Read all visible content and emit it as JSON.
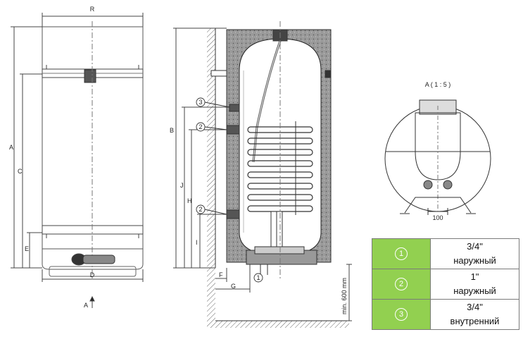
{
  "dimensions": {
    "R": "R",
    "A": "A",
    "C": "C",
    "E": "E",
    "D": "D",
    "B": "B",
    "J": "J",
    "H": "H",
    "I": "I",
    "F": "F",
    "G": "G",
    "min600": "min. 600 mm"
  },
  "view_arrow": "A",
  "detail": {
    "title": "A ( 1 : 5 )",
    "width": "100"
  },
  "markers": {
    "m1": "1",
    "m2": "2",
    "m3": "3"
  },
  "legend": [
    {
      "marker": "①",
      "line1": "3/4\"",
      "line2": "наружный"
    },
    {
      "marker": "②",
      "line1": "1\"",
      "line2": "наружный"
    },
    {
      "marker": "③",
      "line1": "3/4\"",
      "line2": "внутренний"
    }
  ]
}
